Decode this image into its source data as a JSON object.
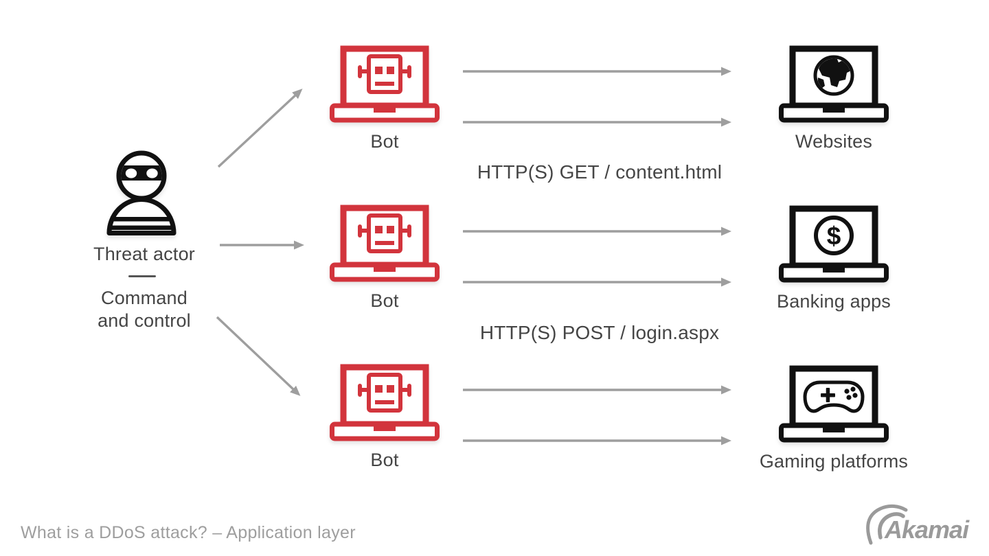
{
  "diagram": {
    "threat_actor": {
      "label": "Threat actor",
      "sublabel": "Command and control"
    },
    "bots": [
      {
        "label": "Bot"
      },
      {
        "label": "Bot"
      },
      {
        "label": "Bot"
      }
    ],
    "targets": [
      {
        "label": "Websites",
        "icon": "globe-laptop-icon"
      },
      {
        "label": "Banking apps",
        "icon": "dollar-laptop-icon",
        "glyph": "$"
      },
      {
        "label": "Gaming platforms",
        "icon": "gamepad-laptop-icon"
      }
    ],
    "requests": [
      {
        "label": "HTTP(S) GET / content.html"
      },
      {
        "label": "HTTP(S) POST / login.aspx"
      }
    ],
    "icons": {
      "threat_actor": "masked-person-icon",
      "bot": "robot-laptop-icon"
    }
  },
  "footer": {
    "caption": "What is a DDoS attack? – Application layer",
    "brand": "Akamai"
  },
  "colors": {
    "bot_red": "#D2343C",
    "target_black": "#111111",
    "arrow_gray": "#9E9E9E",
    "label_gray": "#454545",
    "caption_gray": "#9E9E9E",
    "brand_gray": "#9A9A9A"
  }
}
